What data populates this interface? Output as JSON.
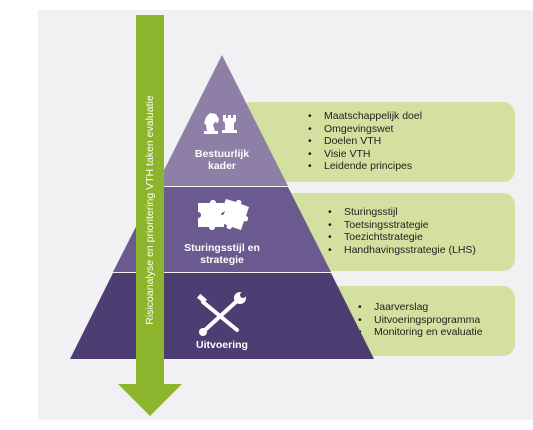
{
  "colors": {
    "background_panel": "#f1f1f3",
    "green_box": "#d3e09f",
    "green_arrow": "#8cb42c",
    "tier_top": "#8d7fa6",
    "tier_middle": "#6b5a8f",
    "tier_bottom": "#4c3d73",
    "icon": "#ffffff"
  },
  "arrow": {
    "label": "Risicoanalyse en prioritering VTH taken evaluatie"
  },
  "tiers": [
    {
      "label_line1": "Bestuurlijk",
      "label_line2": "kader",
      "icon": "chess-pieces-icon",
      "items": [
        "Maatschappelijk doel",
        "Omgevingswet",
        "Doelen VTH",
        "Visie VTH",
        "Leidende principes"
      ]
    },
    {
      "label_line1": "Sturingsstijl en",
      "label_line2": "strategie",
      "icon": "puzzle-pieces-icon",
      "items": [
        "Sturingsstijl",
        "Toetsingsstrategie",
        "Toezichtstrategie",
        "Handhavingsstrategie (LHS)"
      ]
    },
    {
      "label_line1": "Uitvoering",
      "label_line2": "",
      "icon": "tools-icon",
      "items": [
        "Jaarverslag",
        "Uitvoeringsprogramma",
        "Monitoring en evaluatie"
      ]
    }
  ]
}
